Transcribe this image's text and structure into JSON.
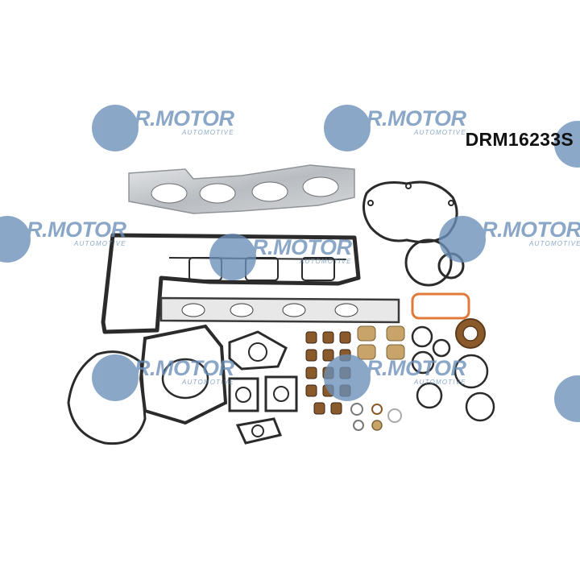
{
  "product": {
    "part_number": "DRM16233S"
  },
  "watermark": {
    "brand": "DR.MOTOR",
    "sub": "AUTOMOTIVE",
    "color": "#6b8fb8"
  },
  "colors": {
    "gasket_dark": "#2b2b2b",
    "metal_silver": "#c9ccd0",
    "seal_brown": "#8a5a2b",
    "seal_orange": "#e07a3a",
    "brass": "#c9a46a"
  }
}
